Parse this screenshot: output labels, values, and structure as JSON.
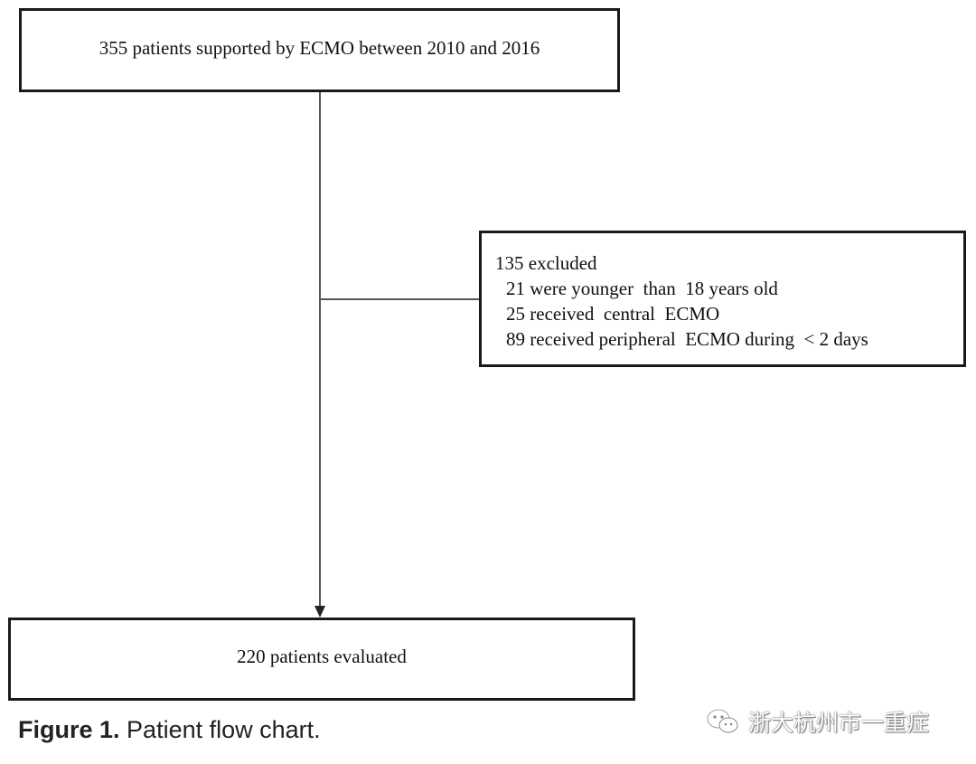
{
  "flowchart": {
    "top_box": "355 patients  supported by ECMO between  2010 and 2016",
    "excluded_box": {
      "heading": "135 excluded",
      "items": [
        "21 were younger  than  18 years old",
        "25 received  central  ECMO",
        "89 received peripheral  ECMO during  < 2 days"
      ]
    },
    "bottom_box": "220 patients  evaluated"
  },
  "caption": {
    "label": "Figure 1.",
    "text": "Patient flow chart."
  },
  "watermark": {
    "text": "浙大杭州市一重症",
    "icon": "wechat-icon"
  },
  "colors": {
    "box_border": "#1a1a1a",
    "connector": "#555555",
    "text": "#111111"
  }
}
